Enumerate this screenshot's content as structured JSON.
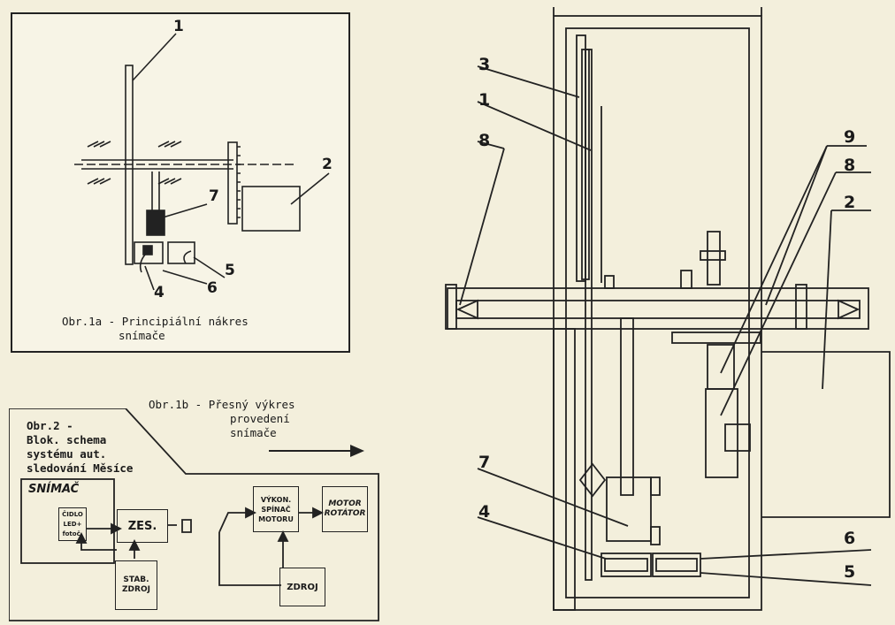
{
  "fig1a": {
    "caption_line1": "Obr.1a - Principiální nákres",
    "caption_line2": "snímače",
    "labels": [
      "1",
      "2",
      "7",
      "5",
      "6",
      "4"
    ]
  },
  "fig1b": {
    "caption_line1": "Obr.1b - Přesný výkres",
    "caption_line2": "provedení",
    "caption_line3": "snímače",
    "labels": [
      "3",
      "1",
      "8",
      "9",
      "8",
      "2",
      "7",
      "4",
      "6",
      "5"
    ]
  },
  "fig2": {
    "caption_line1": "Obr.2 -",
    "caption_line2": "Blok. schema",
    "caption_line3": "systému aut.",
    "caption_line4": "sledování Měsíce",
    "snimac": "SNÍMAČ",
    "cidlo_l1": "ČIDLO",
    "cidlo_l2": "LED+",
    "cidlo_l3": "fotoč.",
    "zes": "ZES.",
    "stab_l1": "STAB.",
    "stab_l2": "ZDROJ",
    "vykon_l1": "VÝKON.",
    "vykon_l2": "SPÍNAČ",
    "vykon_l3": "MOTORU",
    "motor_l1": "MOTOR",
    "motor_l2": "ROTÁTOR",
    "zdroj": "ZDROJ"
  }
}
